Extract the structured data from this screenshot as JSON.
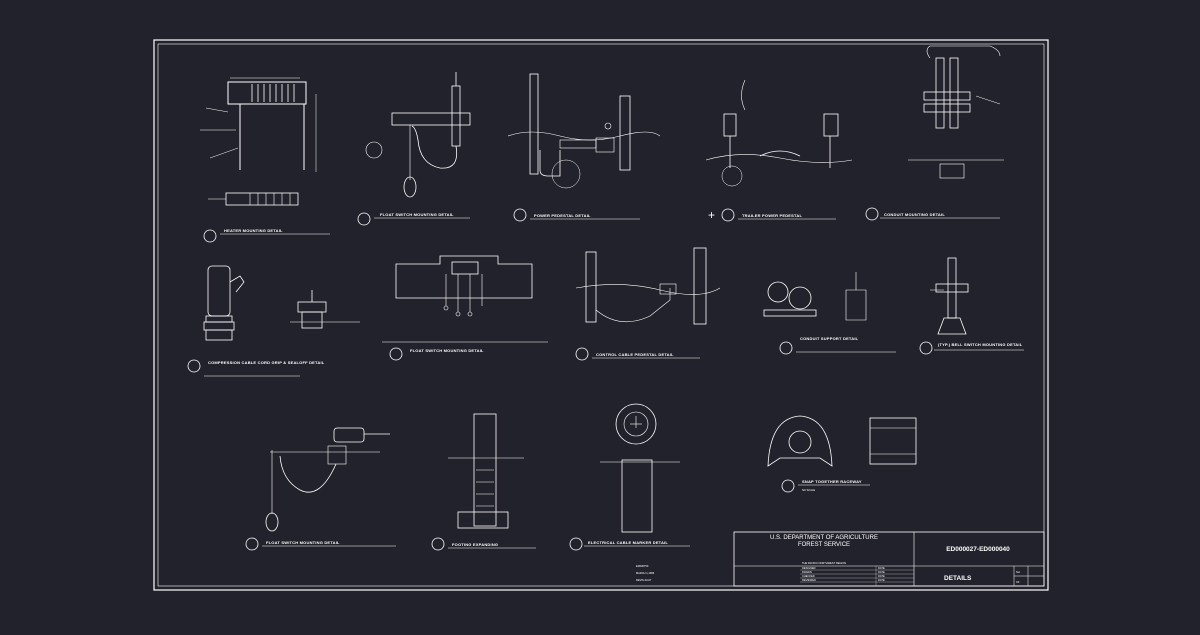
{
  "details": [
    {
      "id": "heater",
      "title": "HEATER MOUNTING DETAIL",
      "scale": ""
    },
    {
      "id": "float1",
      "title": "FLOAT SWITCH MOUNTING DETAIL",
      "scale": ""
    },
    {
      "id": "power_pedestal",
      "title": "POWER PEDESTAL DETAIL",
      "scale": ""
    },
    {
      "id": "trailer_power",
      "title": "TRAILER POWER PEDESTAL",
      "scale": ""
    },
    {
      "id": "conduit_mounting",
      "title": "CONDUIT MOUNTING DETAIL",
      "scale": ""
    },
    {
      "id": "cord_grip",
      "title": "COMPRESSION CABLE CORD GRIP & SEALOFF DETAIL",
      "scale": ""
    },
    {
      "id": "float2",
      "title": "FLOAT SWITCH MOUNTING DETAIL",
      "scale": ""
    },
    {
      "id": "control_pedestal",
      "title": "CONTROL CABLE PEDESTAL DETAIL",
      "scale": ""
    },
    {
      "id": "conduit_support",
      "title": "CONDUIT SUPPORT DETAIL",
      "scale": ""
    },
    {
      "id": "bell_switch",
      "title": "(TYP.) BELL SWITCH MOUNTING DETAIL",
      "scale": ""
    },
    {
      "id": "float3",
      "title": "FLOAT SWITCH MOUNTING DETAIL",
      "scale": ""
    },
    {
      "id": "footing",
      "title": "FOOTING EXPANDING",
      "scale": ""
    },
    {
      "id": "cable_marker",
      "title": "ELECTRICAL CABLE MARKER DETAIL",
      "scale": ""
    },
    {
      "id": "snap_raceway",
      "title": "SNAP TOGETHER RACEWAY",
      "scale": "NO SCALE"
    }
  ],
  "notes": {
    "drawing_no": "ED000750",
    "date": "MARCH 1,1996",
    "revised": "REVIS-20-97"
  },
  "title_block": {
    "agency_line1": "U.S. DEPARTMENT OF AGRICULTURE",
    "agency_line2": "FOREST SERVICE",
    "region": "THE PACIFIC NORTHWEST REGION",
    "sheet_range": "ED000027-ED000040",
    "sheet_title": "DETAILS",
    "role_designed": "DESIGNED",
    "role_drawn": "DRAWN",
    "role_checked": "CHECKED",
    "role_reviewed": "REVIEWED",
    "date_label": "DATE",
    "sheet_label": "SH.",
    "of_label": "OF"
  },
  "colors": {
    "background": "#22222c",
    "linework": "#ffffff"
  }
}
